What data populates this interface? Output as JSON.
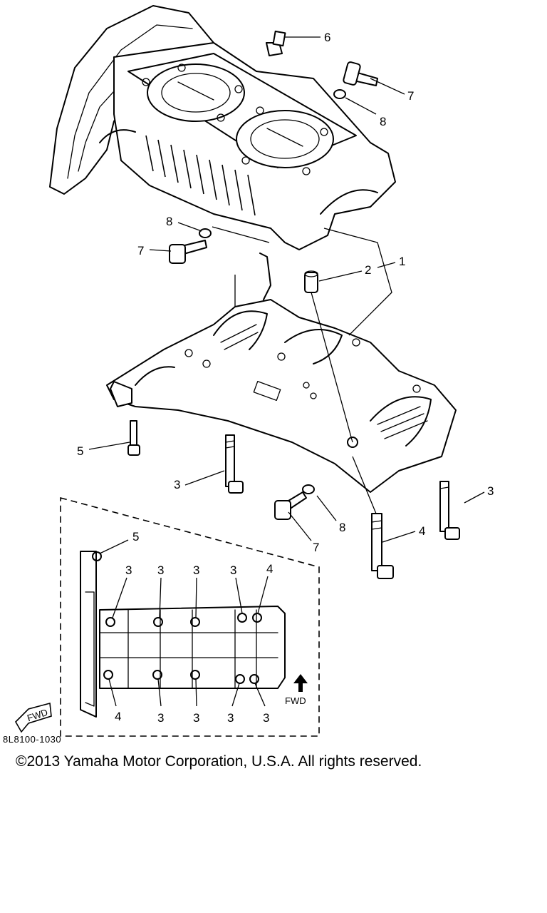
{
  "diagram": {
    "callouts": {
      "c1": "1",
      "c2": "2",
      "c3a": "3",
      "c3b": "3",
      "c4": "4",
      "c5": "5",
      "c6": "6",
      "c7a": "7",
      "c7b": "7",
      "c7c": "7",
      "c8a": "8",
      "c8b": "8",
      "c8c": "8"
    },
    "inset": {
      "top": [
        "5",
        "3",
        "3",
        "3",
        "3",
        "4"
      ],
      "bottom": [
        "4",
        "3",
        "3",
        "3",
        "3"
      ],
      "fwd_label": "FWD",
      "fwd_badge": "FWD"
    },
    "reference_code": "8L8100-1030"
  },
  "footer": {
    "copyright": "©2013 Yamaha Motor Corporation, U.S.A. All rights reserved."
  }
}
